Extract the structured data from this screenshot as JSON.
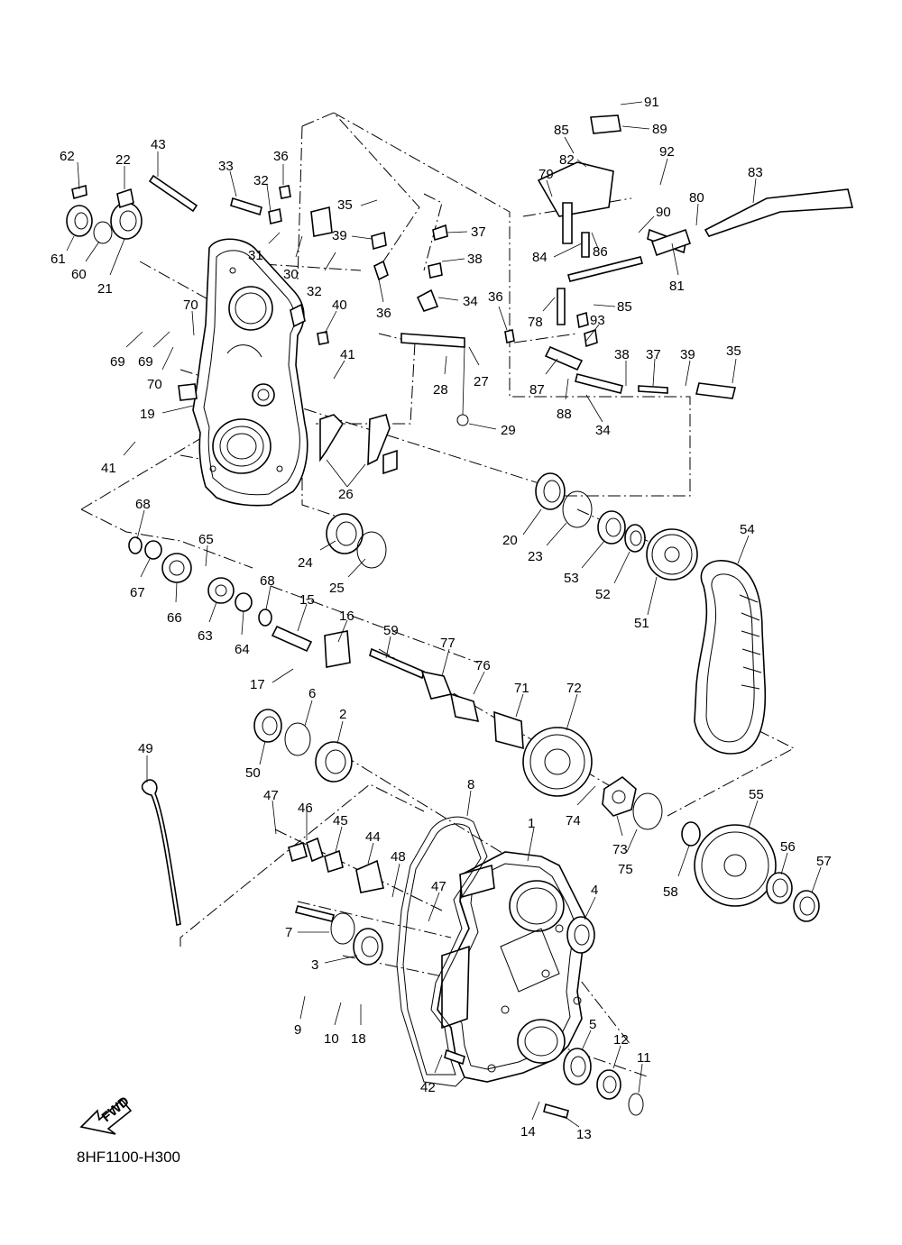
{
  "diagram_code": "8HF1100-H300",
  "fwd_label": "FWD",
  "parts": [
    {
      "n": "1"
    },
    {
      "n": "2"
    },
    {
      "n": "3"
    },
    {
      "n": "4"
    },
    {
      "n": "5"
    },
    {
      "n": "6"
    },
    {
      "n": "7"
    },
    {
      "n": "8"
    },
    {
      "n": "9"
    },
    {
      "n": "10"
    },
    {
      "n": "11"
    },
    {
      "n": "12"
    },
    {
      "n": "13"
    },
    {
      "n": "14"
    },
    {
      "n": "15"
    },
    {
      "n": "16"
    },
    {
      "n": "17"
    },
    {
      "n": "18"
    },
    {
      "n": "19"
    },
    {
      "n": "20"
    },
    {
      "n": "21"
    },
    {
      "n": "22"
    },
    {
      "n": "23"
    },
    {
      "n": "24"
    },
    {
      "n": "25"
    },
    {
      "n": "26"
    },
    {
      "n": "27"
    },
    {
      "n": "28"
    },
    {
      "n": "29"
    },
    {
      "n": "30"
    },
    {
      "n": "31"
    },
    {
      "n": "32"
    },
    {
      "n": "32"
    },
    {
      "n": "33"
    },
    {
      "n": "34"
    },
    {
      "n": "34"
    },
    {
      "n": "35"
    },
    {
      "n": "35"
    },
    {
      "n": "36"
    },
    {
      "n": "36"
    },
    {
      "n": "36"
    },
    {
      "n": "37"
    },
    {
      "n": "37"
    },
    {
      "n": "38"
    },
    {
      "n": "38"
    },
    {
      "n": "39"
    },
    {
      "n": "39"
    },
    {
      "n": "40"
    },
    {
      "n": "41"
    },
    {
      "n": "41"
    },
    {
      "n": "42"
    },
    {
      "n": "43"
    },
    {
      "n": "44"
    },
    {
      "n": "45"
    },
    {
      "n": "46"
    },
    {
      "n": "47"
    },
    {
      "n": "47"
    },
    {
      "n": "48"
    },
    {
      "n": "49"
    },
    {
      "n": "50"
    },
    {
      "n": "51"
    },
    {
      "n": "52"
    },
    {
      "n": "53"
    },
    {
      "n": "54"
    },
    {
      "n": "55"
    },
    {
      "n": "56"
    },
    {
      "n": "57"
    },
    {
      "n": "58"
    },
    {
      "n": "59"
    },
    {
      "n": "60"
    },
    {
      "n": "61"
    },
    {
      "n": "62"
    },
    {
      "n": "63"
    },
    {
      "n": "64"
    },
    {
      "n": "65"
    },
    {
      "n": "66"
    },
    {
      "n": "67"
    },
    {
      "n": "68"
    },
    {
      "n": "68"
    },
    {
      "n": "69"
    },
    {
      "n": "69"
    },
    {
      "n": "70"
    },
    {
      "n": "70"
    },
    {
      "n": "71"
    },
    {
      "n": "72"
    },
    {
      "n": "73"
    },
    {
      "n": "74"
    },
    {
      "n": "75"
    },
    {
      "n": "76"
    },
    {
      "n": "77"
    },
    {
      "n": "78"
    },
    {
      "n": "79"
    },
    {
      "n": "80"
    },
    {
      "n": "81"
    },
    {
      "n": "82"
    },
    {
      "n": "83"
    },
    {
      "n": "84"
    },
    {
      "n": "85"
    },
    {
      "n": "85"
    },
    {
      "n": "86"
    },
    {
      "n": "87"
    },
    {
      "n": "88"
    },
    {
      "n": "89"
    },
    {
      "n": "90"
    },
    {
      "n": "91"
    },
    {
      "n": "92"
    },
    {
      "n": "93"
    }
  ]
}
